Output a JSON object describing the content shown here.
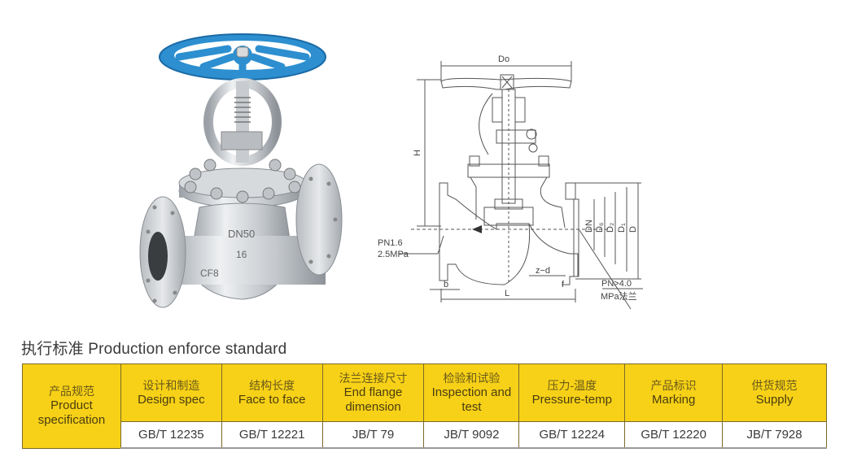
{
  "product_photo": {
    "alt": "Stainless steel flanged globe valve with blue handwheel",
    "markings": [
      "DN50",
      "16",
      "CF8"
    ],
    "handwheel_color": "#2d8fd0"
  },
  "drawing": {
    "labels": {
      "do": "Do",
      "h": "H",
      "pn_low": "PN1.6",
      "mpa_low": "2.5MPa",
      "b": "b",
      "l": "L",
      "zd": "z−d",
      "f": "f",
      "pn_high": "PN>4.0",
      "mpa_high": "MPa法兰",
      "dn": "DN",
      "d6": "D₆",
      "d2": "D₂",
      "d1": "D₁",
      "d": "D"
    }
  },
  "section_title": "执行标准 Production enforce standard",
  "table": {
    "row_header": {
      "cn": "产品规范",
      "en1": "Product",
      "en2": "specification"
    },
    "columns": [
      {
        "cn": "设计和制造",
        "en": "Design spec",
        "value": "GB/T 12235"
      },
      {
        "cn": "结构长度",
        "en": "Face to face",
        "value": "GB/T 12221"
      },
      {
        "cn": "法兰连接尺寸",
        "en": "End flange dimension",
        "value": "JB/T 79"
      },
      {
        "cn": "检验和试验",
        "en": "Inspection and test",
        "value": "JB/T 9092"
      },
      {
        "cn": "压力-温度",
        "en": "Pressure-temp",
        "value": "GB/T 12224"
      },
      {
        "cn": "产品标识",
        "en": "Marking",
        "value": "GB/T 12220"
      },
      {
        "cn": "供货规范",
        "en": "Supply",
        "value": "JB/T 7928"
      }
    ]
  },
  "colors": {
    "header_yellow": "#f7d117",
    "border": "#7a6a2a"
  }
}
